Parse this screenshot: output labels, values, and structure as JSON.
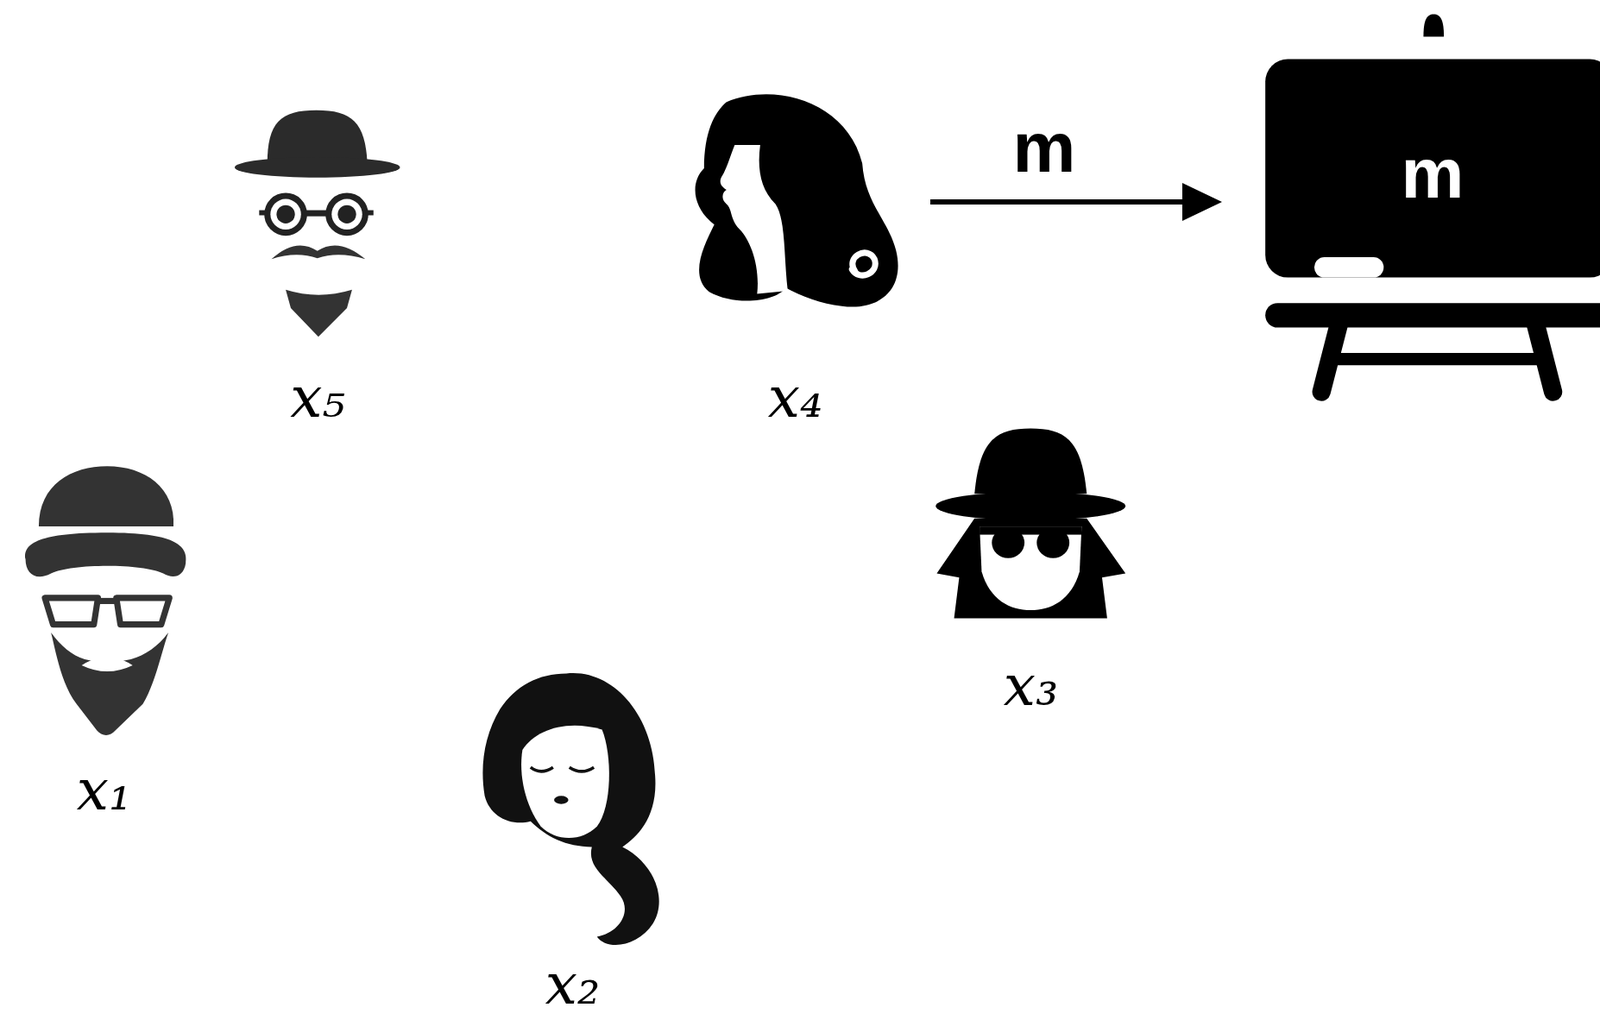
{
  "diagram": {
    "nodes": [
      {
        "text": [
          "x₅"
        ]
      },
      {
        "text": [
          "x₄"
        ]
      },
      {
        "text": [
          "m"
        ]
      },
      {
        "text": [
          "x₃"
        ]
      },
      {
        "text": [
          "x₁"
        ]
      },
      {
        "text": [
          "x₂"
        ]
      }
    ],
    "edges": [
      {
        "from": 1,
        "to": 2,
        "arrow": "to",
        "label": "m"
      }
    ]
  }
}
